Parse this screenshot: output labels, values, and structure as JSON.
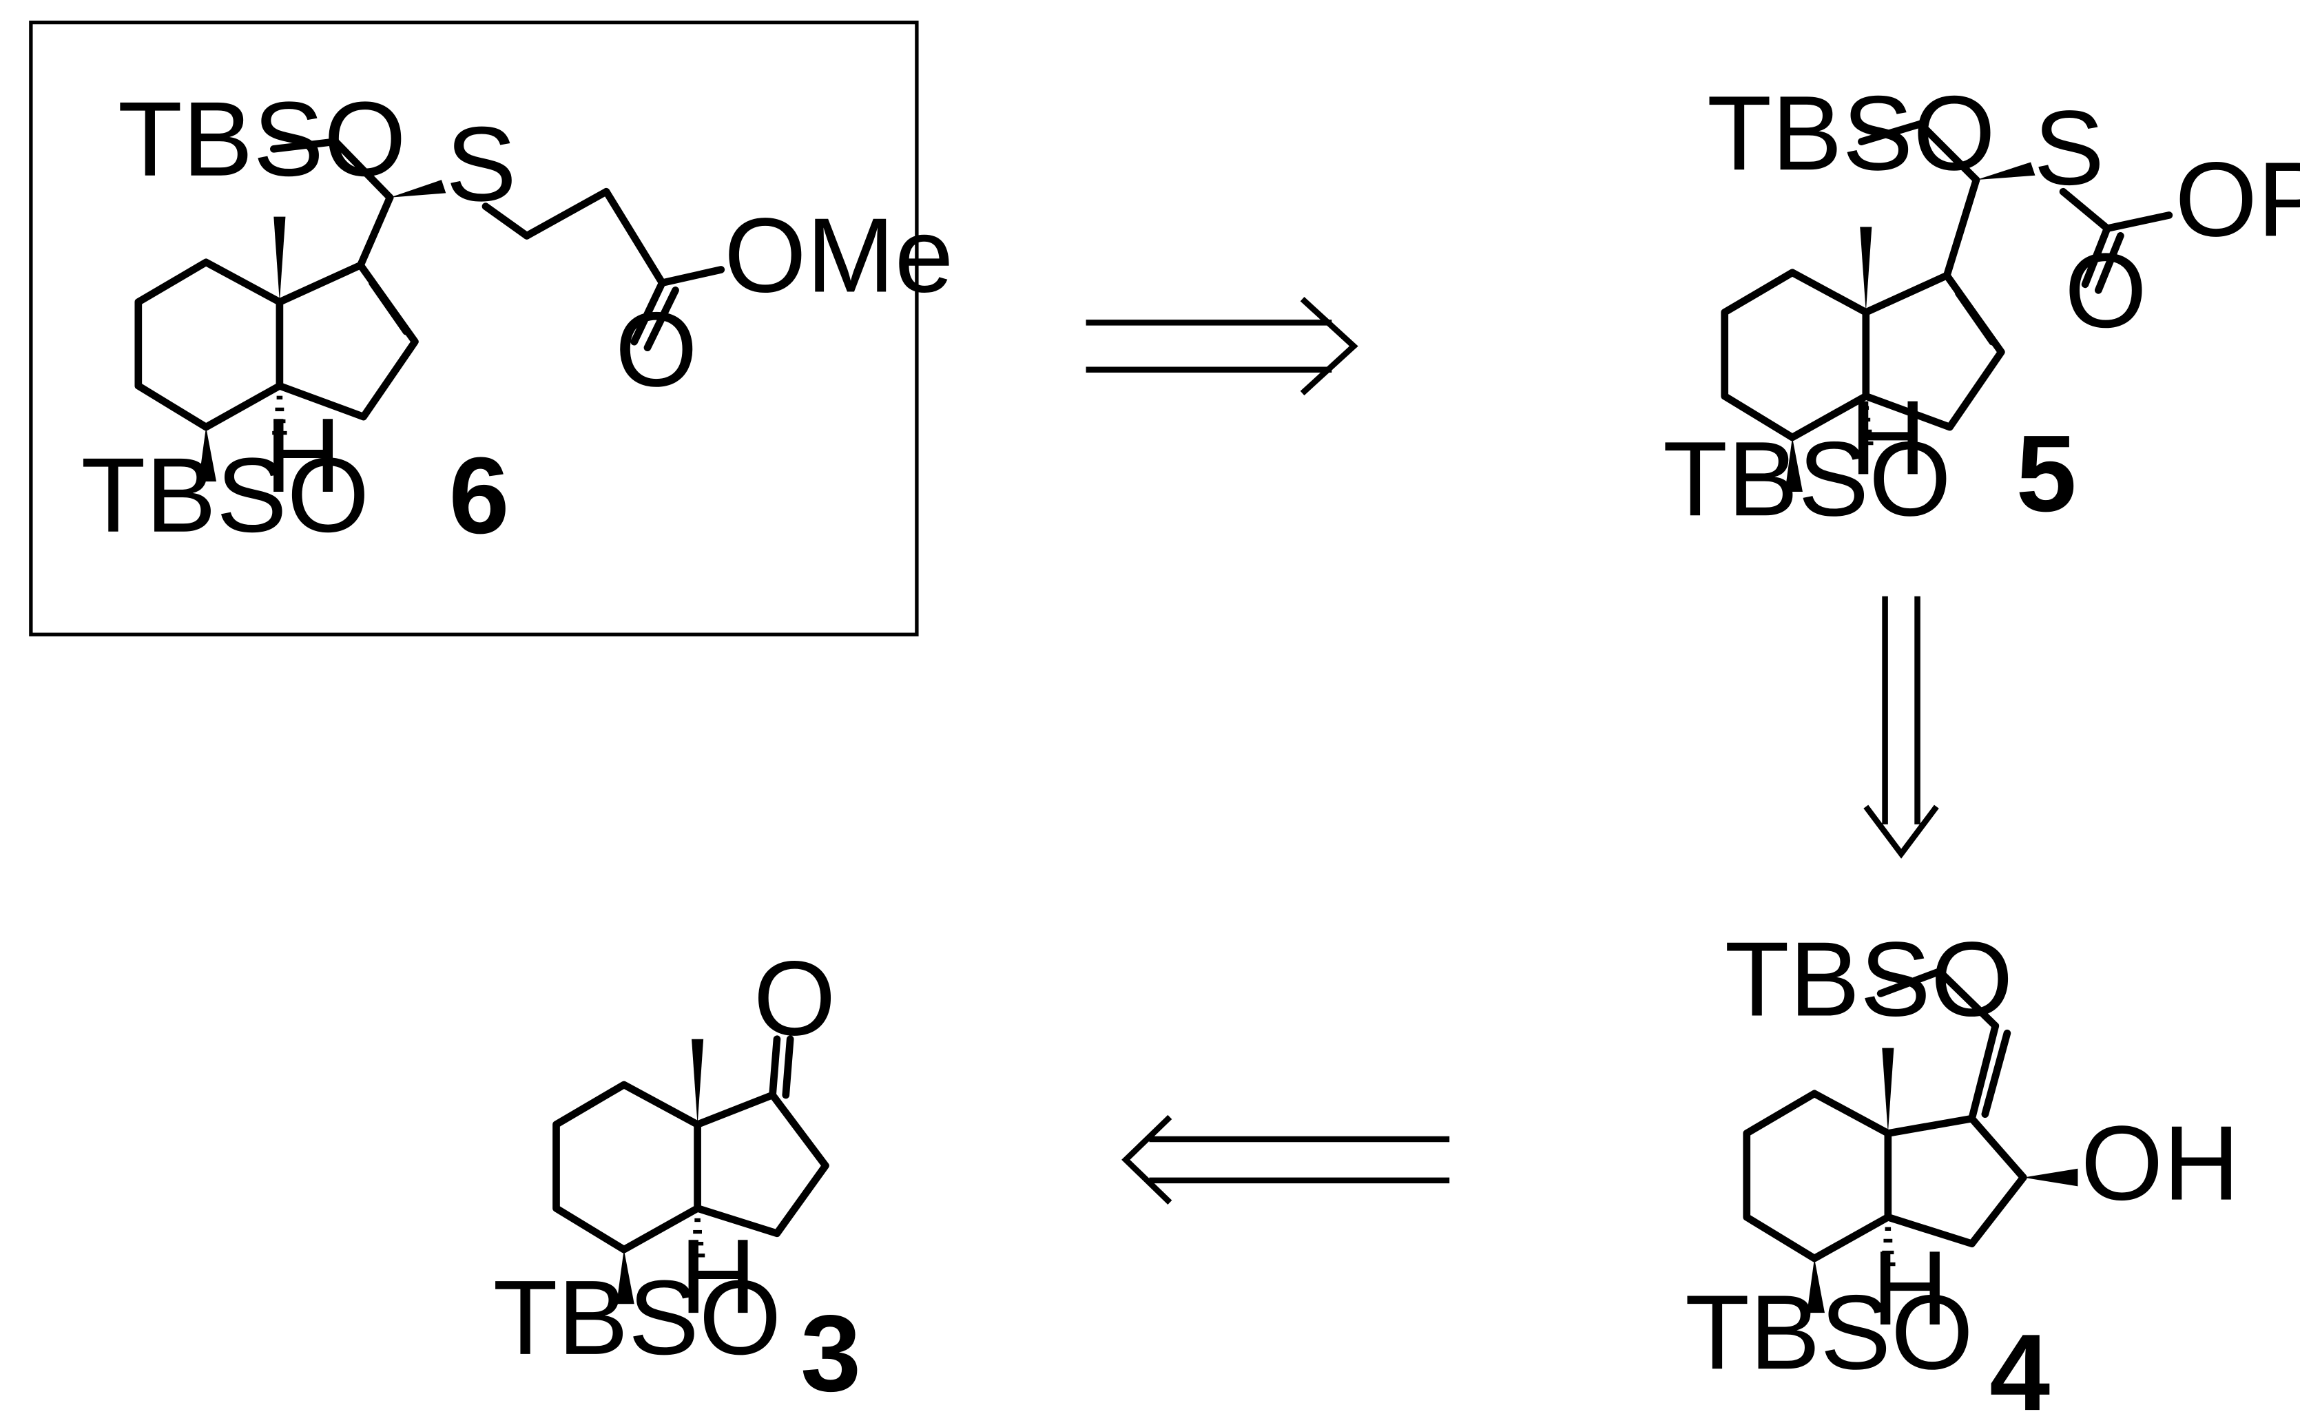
{
  "retrosynthesis": {
    "compounds": {
      "c6": {
        "number": "6",
        "tbso_top": "TBSO",
        "tbso_bottom": "TBSO",
        "sulfur": "S",
        "ester_o": "OMe",
        "carbonyl_o": "O",
        "h": "H"
      },
      "c5": {
        "number": "5",
        "tbso_top": "TBSO",
        "tbso_bottom": "TBSO",
        "sulfur": "S",
        "ester_o": "OPh",
        "carbonyl_o": "O",
        "h": "H"
      },
      "c4": {
        "number": "4",
        "tbso_top": "TBSO",
        "tbso_bottom": "TBSO",
        "hydroxyl": "OH",
        "h": "H"
      },
      "c3": {
        "number": "3",
        "tbso_bottom": "TBSO",
        "carbonyl_o": "O",
        "h": "H"
      }
    },
    "highlighted_compound": "6",
    "arrows": [
      {
        "from": "6",
        "to": "5",
        "direction": "right"
      },
      {
        "from": "5",
        "to": "4",
        "direction": "down"
      },
      {
        "from": "4",
        "to": "3",
        "direction": "left"
      }
    ]
  }
}
